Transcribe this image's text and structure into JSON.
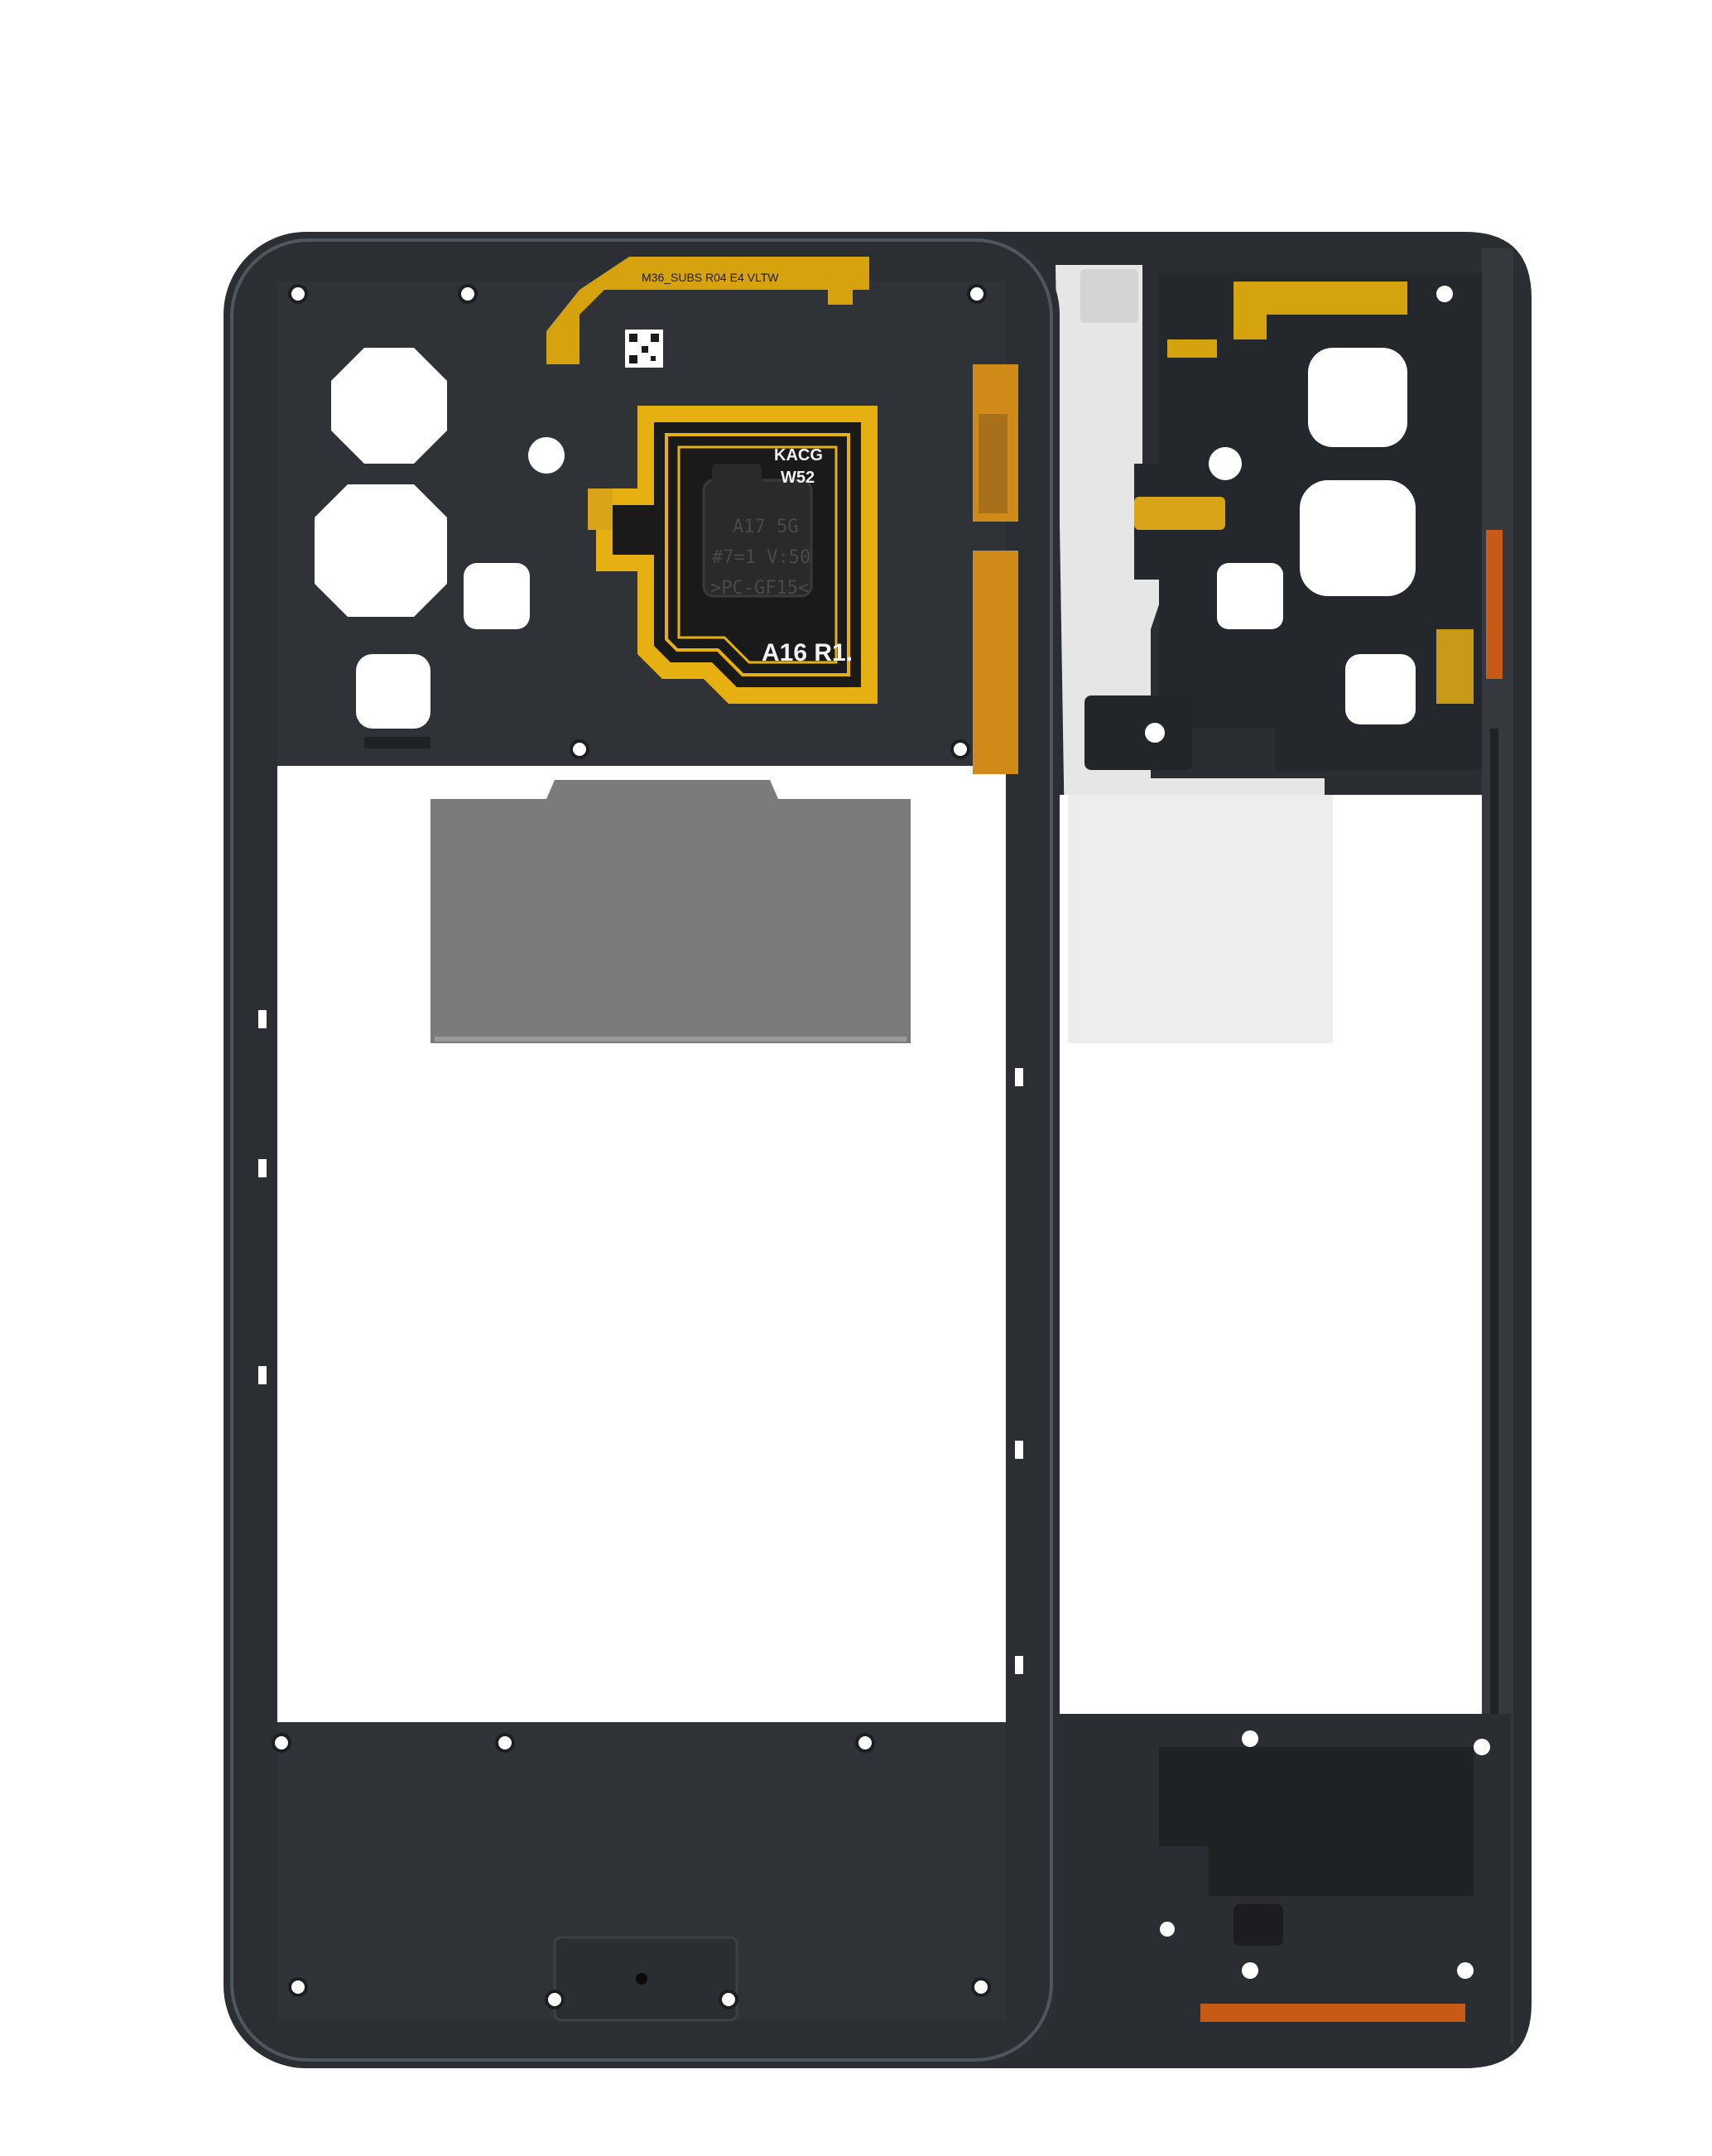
{
  "photo": {
    "flex_top_label": "M36_SUBS R04 E4 VLTW",
    "coil_code": "KACG",
    "coil_week": "W52",
    "emboss_lines": [
      "A17 5G",
      "#7=1 V:50",
      ">PC-GF15<"
    ],
    "coil_model": "A16 R1."
  },
  "colors": {
    "frame_dark": "#2b2f34",
    "frame_edge": "#4a5058",
    "plate_gray": "#7a7a7a",
    "plate_light": "#e4e4e4",
    "coil_gold": "#e8b10f",
    "orange_flex": "#d9861a"
  }
}
